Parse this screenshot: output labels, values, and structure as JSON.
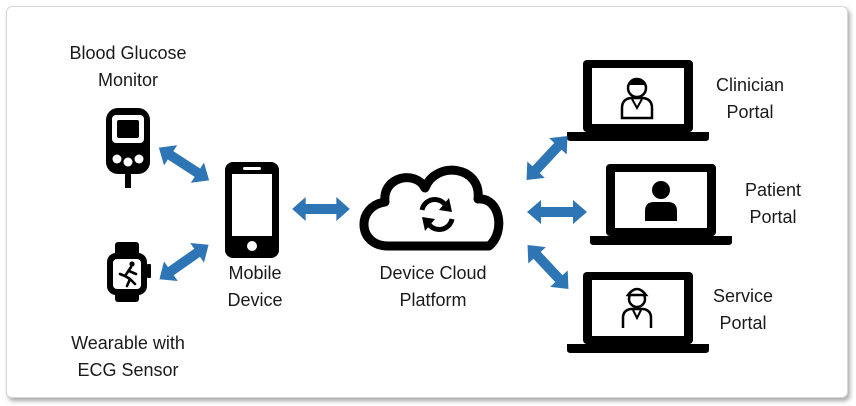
{
  "colors": {
    "arrow": "#2e75b6",
    "icon": "#000000"
  },
  "nodes": {
    "glucose_monitor": {
      "line1": "Blood Glucose",
      "line2": "Monitor",
      "icon": "glucose-meter-icon"
    },
    "wearable": {
      "line1": "Wearable with",
      "line2": "ECG Sensor",
      "icon": "smartwatch-icon"
    },
    "mobile": {
      "line1": "Mobile",
      "line2": "Device",
      "icon": "smartphone-icon"
    },
    "cloud": {
      "line1": "Device Cloud",
      "line2": "Platform",
      "icon": "cloud-sync-icon"
    },
    "clinician": {
      "line1": "Clinician",
      "line2": "Portal",
      "icon": "clinician-laptop-icon"
    },
    "patient": {
      "line1": "Patient",
      "line2": "Portal",
      "icon": "patient-laptop-icon"
    },
    "service": {
      "line1": "Service",
      "line2": "Portal",
      "icon": "service-laptop-icon"
    }
  }
}
